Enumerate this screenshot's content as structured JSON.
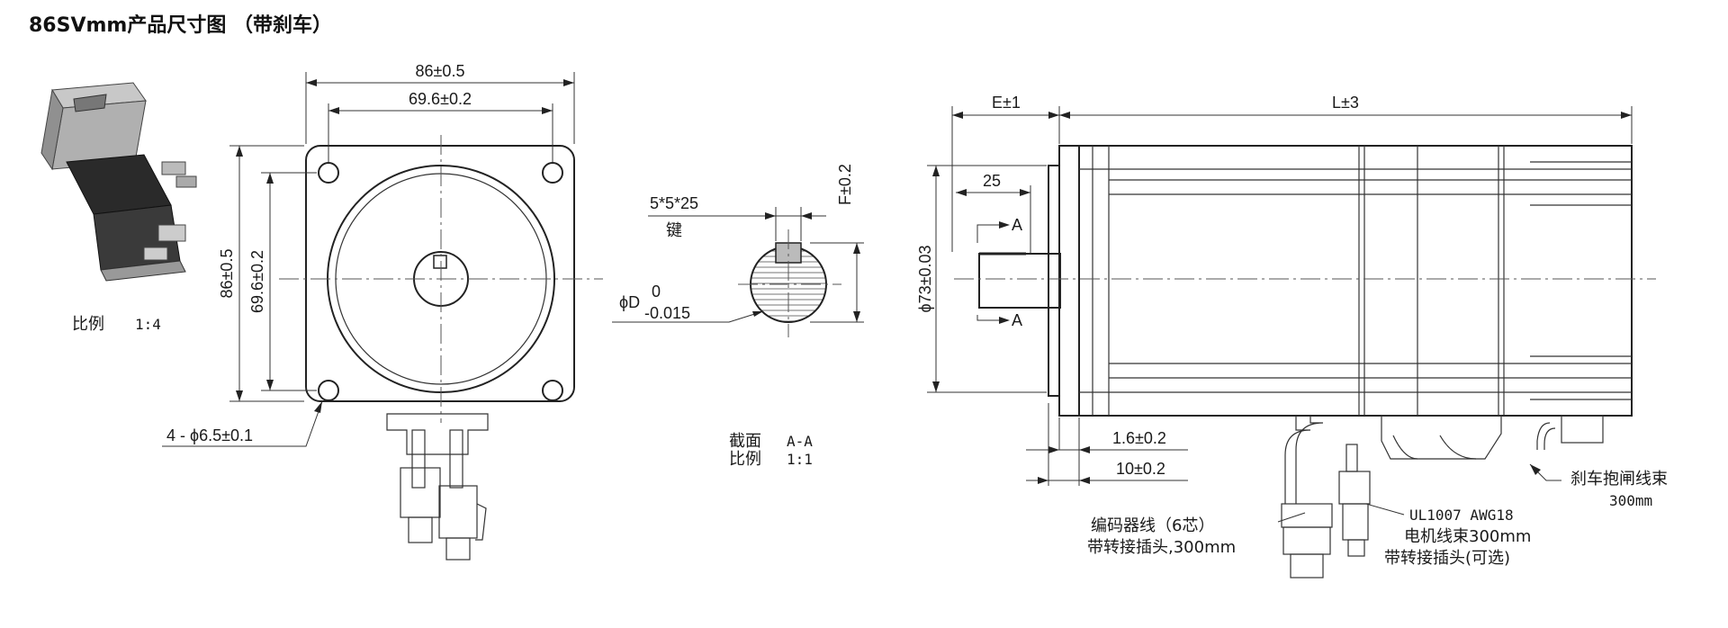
{
  "title": "86SVmm产品尺寸图 （带刹车）",
  "photo": {
    "scale_label": "比例",
    "scale_value": "1:4"
  },
  "front_view": {
    "width_outer": "86±0.5",
    "width_inner": "69.6±0.2",
    "height_outer": "86±0.5",
    "height_inner": "69.6±0.2",
    "holes": "4 - ϕ6.5±0.1"
  },
  "section_view": {
    "key_size": "5*5*25",
    "key_label": "键",
    "shaft_diameter": "ϕD",
    "tol_upper": "0",
    "tol_lower": "-0.015",
    "key_height": "F±0.2",
    "section_label": "截面",
    "section_name": "A-A",
    "scale_label": "比例",
    "scale_value": "1:1"
  },
  "side_view": {
    "shaft_length": "E±1",
    "body_length": "L±3",
    "key_length": "25",
    "pilot_diameter": "ϕ73±0.03",
    "section_mark": "A",
    "flange_step": "1.6±0.2",
    "flange_thickness": "10±0.2"
  },
  "cable_notes": {
    "encoder_line1": "编码器线（6芯）",
    "encoder_line2": "带转接插头,300mm",
    "motor_line1": "UL1007 AWG18",
    "motor_line2": "电机线束300mm",
    "motor_line3": "带转接插头(可选)",
    "brake_line1": "刹车抱闸线束",
    "brake_line2": "300mm"
  }
}
